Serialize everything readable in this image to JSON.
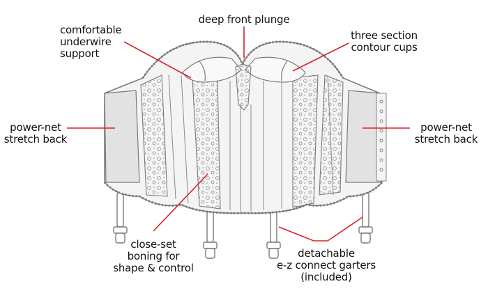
{
  "labels": {
    "plunge": [
      "deep front plunge"
    ],
    "underwire": [
      "comfortable",
      "underwire",
      "support"
    ],
    "cups": [
      "three section",
      "contour cups"
    ],
    "back_left": [
      "power-net",
      "stretch back"
    ],
    "back_right": [
      "power-net",
      "stretch back"
    ],
    "boning": [
      "close-set",
      "boning for",
      "shape  & control"
    ],
    "garters": [
      "detachable",
      "e-z connect garters",
      "(included)"
    ]
  },
  "colors": {
    "leader": "#d9202a",
    "outline": "#7a7a7a",
    "fill": "#f4f4f4",
    "panel": "#e2e2e2",
    "text": "#111111"
  }
}
